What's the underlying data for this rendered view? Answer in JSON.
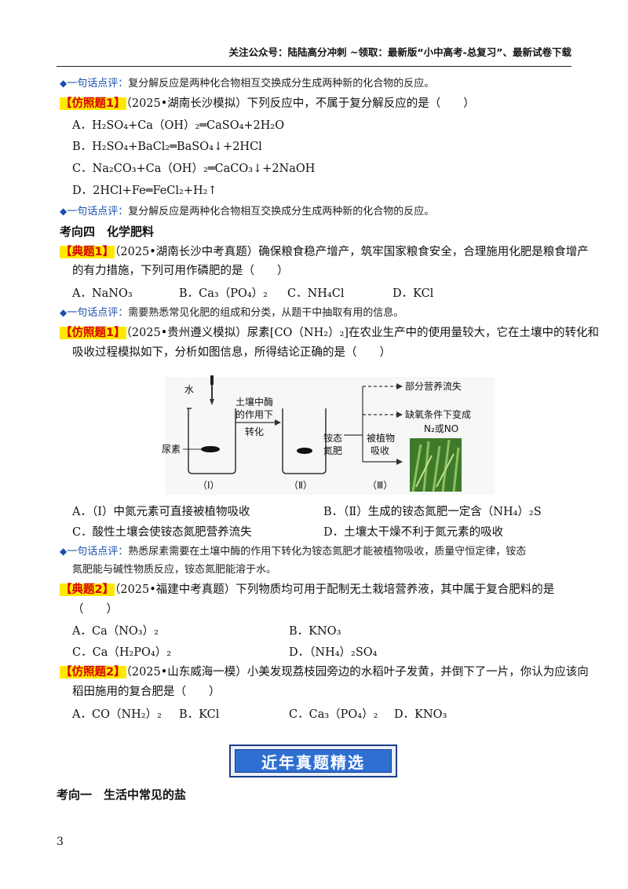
{
  "header": "关注公众号：陆陆高分冲刺 ~领取：最新版“小中高考-总复习”、最新试卷下载",
  "comment_label": "一句话点评：",
  "comment1": "复分解反应是两种化合物相互交换成分生成两种新的化合物的反应。",
  "q1": {
    "tag": "【仿照题1】",
    "stem": "（2025•湖南长沙模拟）下列反应中，不属于复分解反应的是（　　）",
    "opts": [
      "A．H₂SO₄+Ca（OH）₂═CaSO₄+2H₂O",
      "B．H₂SO₄+BaCl₂═BaSO₄↓+2HCl",
      "C．Na₂CO₃+Ca（OH）₂═CaCO₃↓+2NaOH",
      "D．2HCl+Fe═FeCl₂+H₂↑"
    ]
  },
  "comment2": "复分解反应是两种化合物相互交换成分生成两种新的化合物的反应。",
  "section4": "考向四　化学肥料",
  "d1": {
    "tag": "【典题1】",
    "stem1": "（2025•湖南长沙中考真题）确保粮食稳产增产，筑牢国家粮食安全，合理施用化肥是粮食增产",
    "stem2": "的有力措施，下列可用作磷肥的是（　　）",
    "opts": [
      "A．NaNO₃",
      "B．Ca₃（PO₄）₂",
      "C．NH₄Cl",
      "D．KCl"
    ]
  },
  "comment3": "需要熟悉常见化肥的组成和分类，从题干中抽取有用的信息。",
  "q2": {
    "tag": "【仿照题1】",
    "stem1": "（2025•贵州遵义模拟）尿素[CO（NH₂）₂]在农业生产中的使用量较大，它在土壤中的转化和",
    "stem2": "吸收过程模拟如下，分析如图信息，所得结论正确的是（　　）",
    "opts": [
      "A．（Ⅰ）中氮元素可直接被植物吸收",
      "B．（Ⅱ）生成的铵态氮肥一定含（NH₄）₂S",
      "C．酸性土壤会使铵态氮肥营养流失",
      "D．土壤太干燥不利于氮元素的吸收"
    ]
  },
  "diagram": {
    "water": "水",
    "urea": "尿素",
    "enzyme1": "土壤中酶",
    "enzyme2": "的作用下",
    "enzyme3": "转化",
    "ammonium1": "铵态",
    "ammonium2": "氮肥",
    "plant1": "被植物",
    "plant2": "吸收",
    "loss": "部分营养流失",
    "anaerobic": "缺氧条件下变成",
    "gas": "N₂或NO",
    "label1": "（Ⅰ）",
    "label2": "（Ⅱ）",
    "label3": "（Ⅲ）"
  },
  "comment4a": "熟悉尿素需要在土壤中酶的作用下转化为铵态氮肥才能被植物吸收，质量守恒定律，铵态",
  "comment4b": "氮肥能与碱性物质反应，铵态氮肥能溶于水。",
  "d2": {
    "tag": "【典题2】",
    "stem1": "（2025•福建中考真题）下列物质均可用于配制无土栽培营养液，其中属于复合肥料的是",
    "stem2": "（　　）",
    "opts": [
      "A．Ca（NO₃）₂",
      "B．KNO₃",
      "C．Ca（H₂PO₄）₂",
      "D．（NH₄）₂SO₄"
    ]
  },
  "q3": {
    "tag": "【仿照题2】",
    "stem1": "（2025•山东威海一模）小美发现荔枝园旁边的水稻叶子发黄，并倒下了一片，你认为应该向",
    "stem2": "稻田施用的复合肥是（　　）",
    "opts": [
      "A．CO（NH₂）₂",
      "B．KCl",
      "C．Ca₃（PO₄）₂",
      "D．KNO₃"
    ]
  },
  "banner": "近年真题精选",
  "section1": "考向一　生活中常见的盐",
  "page_number": "3"
}
